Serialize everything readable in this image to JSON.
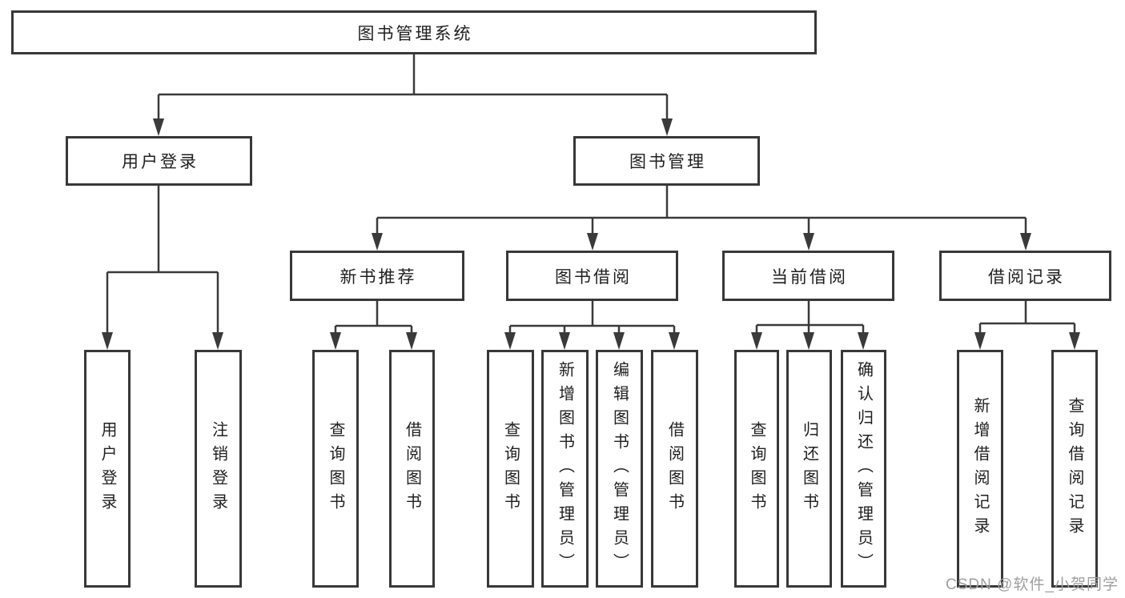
{
  "tree": {
    "root": {
      "label": "图书管理系统",
      "children": [
        {
          "label": "用户登录",
          "children": [
            {
              "label": "用户登录"
            },
            {
              "label": "注销登录"
            }
          ]
        },
        {
          "label": "图书管理",
          "children": [
            {
              "label": "新书推荐",
              "children": [
                {
                  "label": "查询图书"
                },
                {
                  "label": "借阅图书"
                }
              ]
            },
            {
              "label": "图书借阅",
              "children": [
                {
                  "label": "查询图书"
                },
                {
                  "label": "新增图书（管理员）"
                },
                {
                  "label": "编辑图书（管理员）"
                },
                {
                  "label": "借阅图书"
                }
              ]
            },
            {
              "label": "当前借阅",
              "children": [
                {
                  "label": "查询图书"
                },
                {
                  "label": "归还图书"
                },
                {
                  "label": "确认归还（管理员）"
                }
              ]
            },
            {
              "label": "借阅记录",
              "children": [
                {
                  "label": "新增借阅记录"
                },
                {
                  "label": "查询借阅记录"
                }
              ]
            }
          ]
        }
      ]
    }
  },
  "watermark": {
    "text": "CSDN @软件_小贺同学"
  },
  "colors": {
    "background": "#ffffff",
    "box_border": "#383838",
    "connector_line": "#3a3a3a",
    "text": "#1f1f1f",
    "watermark": "#9e9e9e"
  }
}
